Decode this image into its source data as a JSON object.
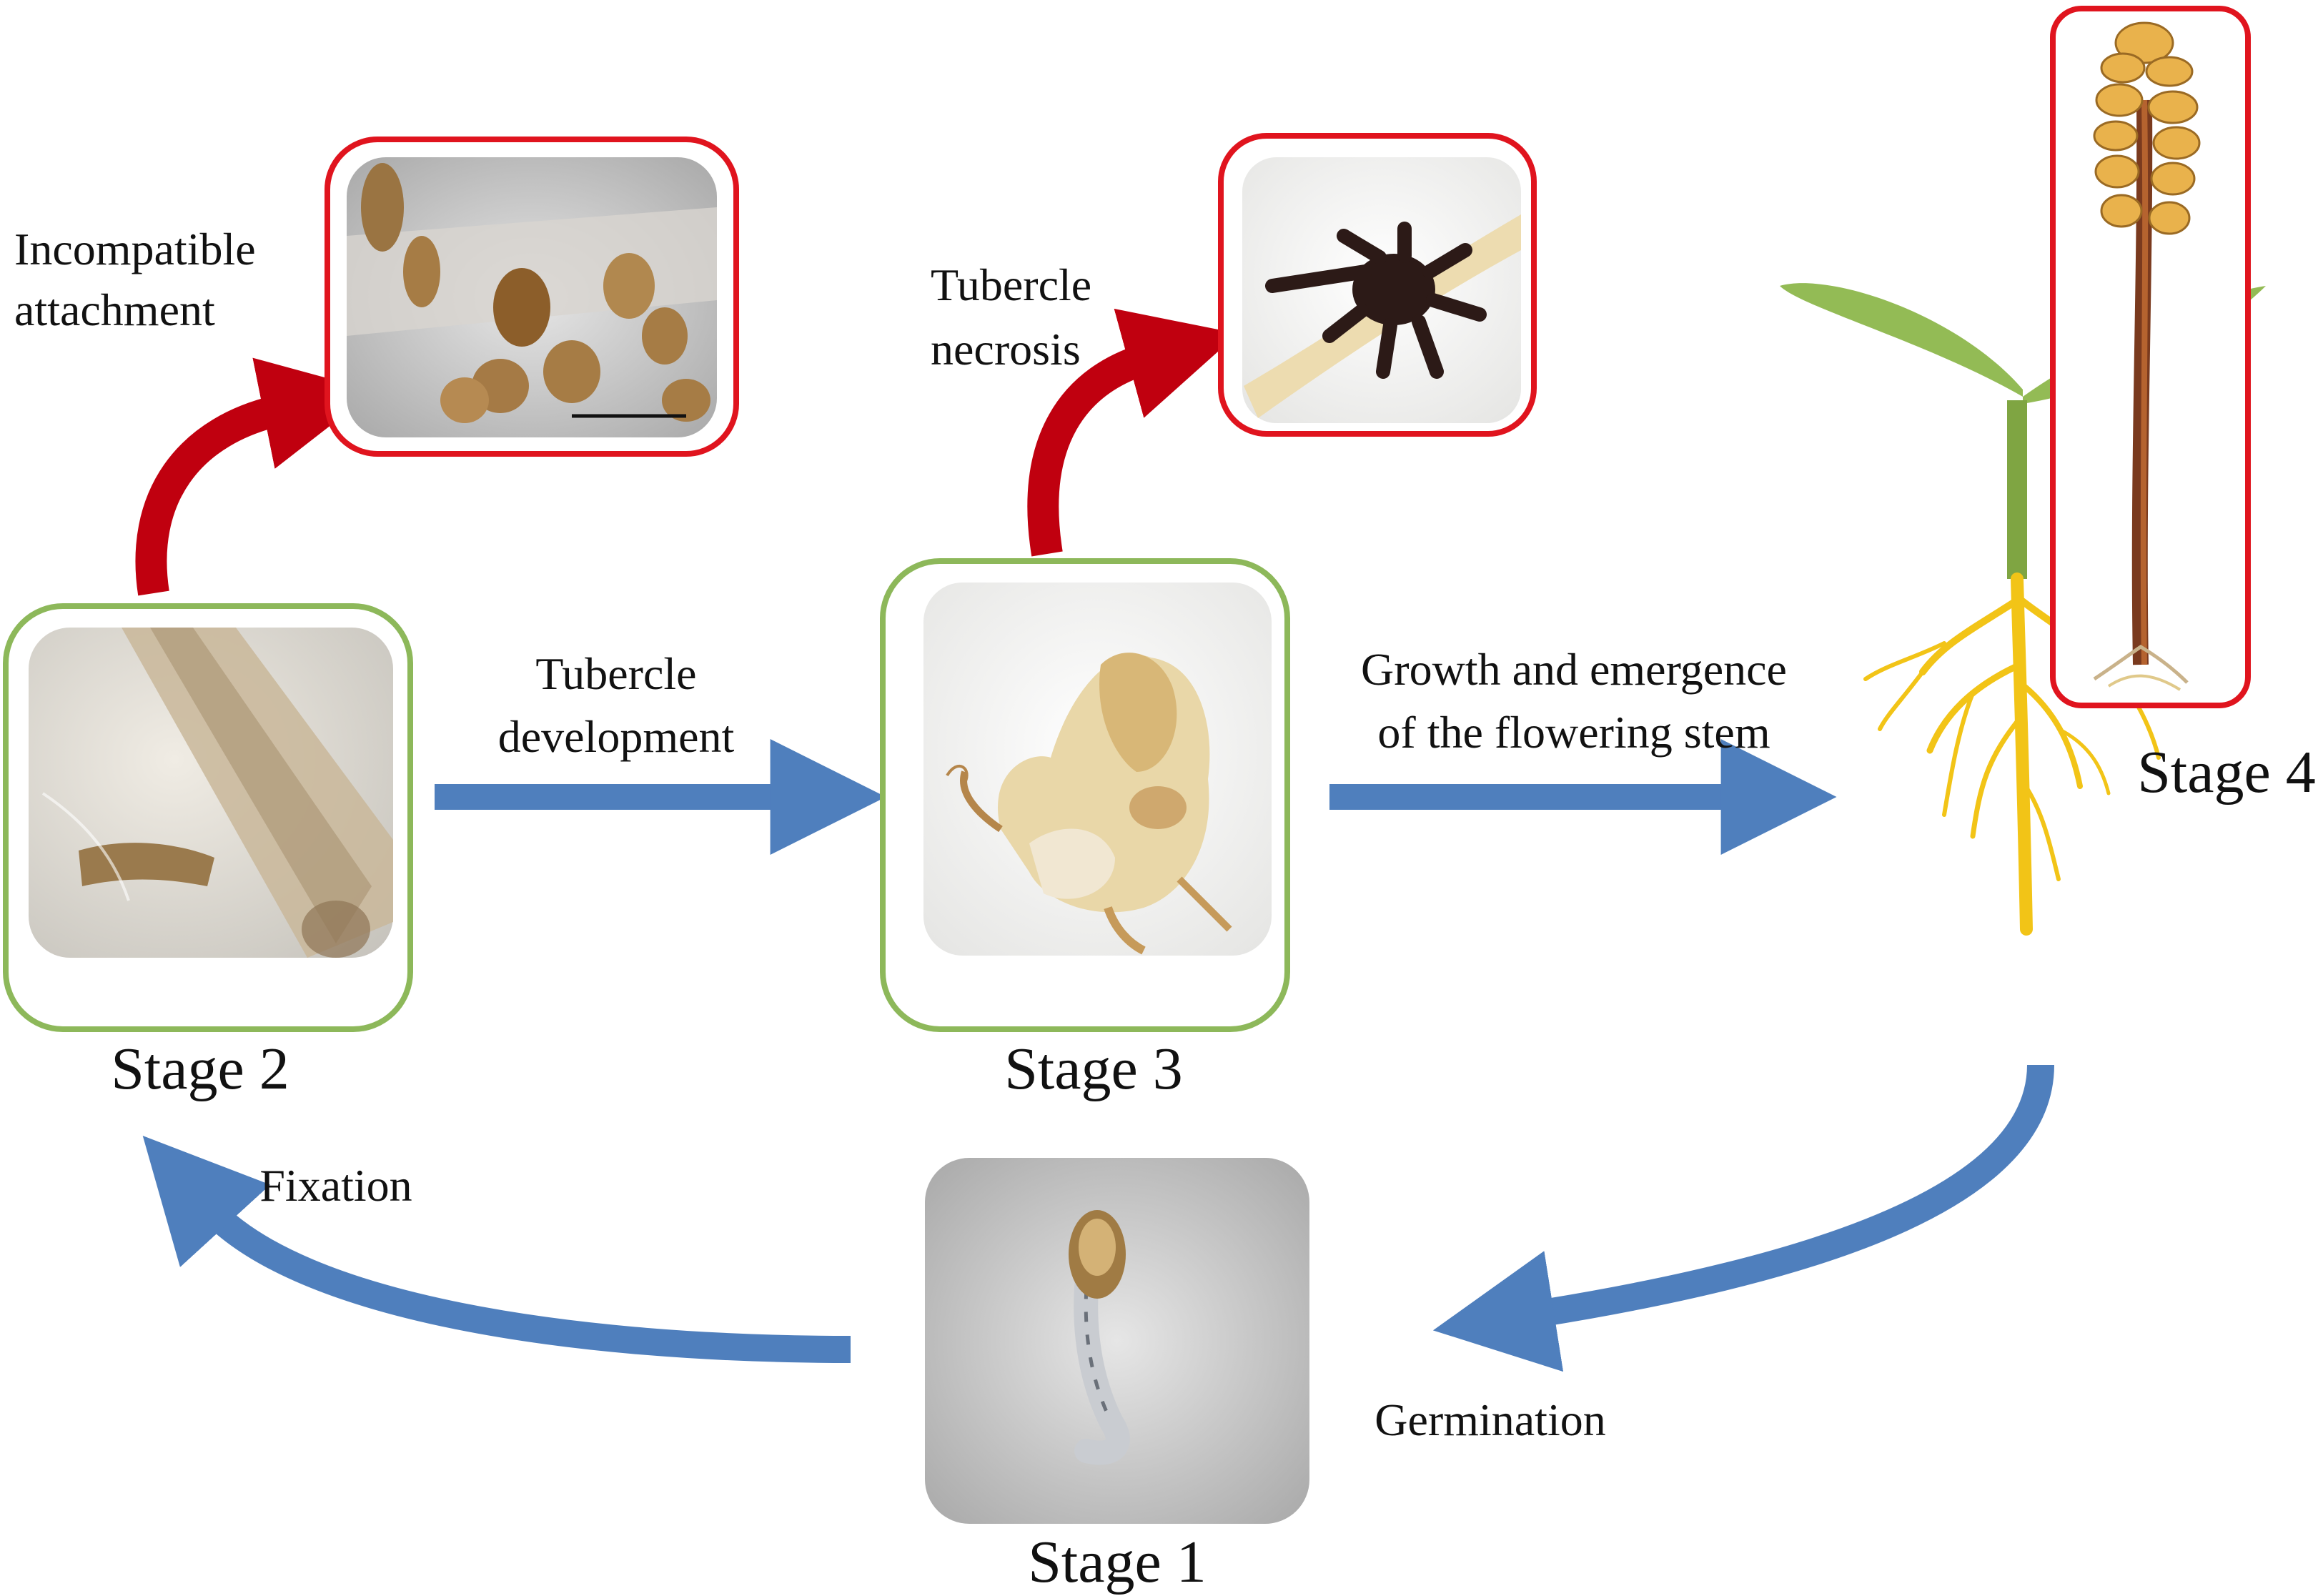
{
  "stages": {
    "stage1": "Stage 1",
    "stage2": "Stage 2",
    "stage3": "Stage 3",
    "stage4": "Stage 4"
  },
  "transitions": {
    "fixation": "Fixation",
    "tubercle_development": [
      "Tubercle",
      "development"
    ],
    "growth_emergence": [
      "Growth and emergence",
      "of the flowering stem"
    ],
    "germination": "Germination",
    "incompatible_attachment": [
      "Incompatible",
      "attachment"
    ],
    "tubercle_necrosis": [
      "Tubercle",
      "necrosis"
    ]
  },
  "colors": {
    "progress_arrow": "#4f7fbd",
    "failure_arrow": "#c0000f",
    "stage_frame": "#8db85a",
    "failure_frame": "#e0141e",
    "host_leaf": "#93bb55",
    "host_root": "#f2c417"
  }
}
